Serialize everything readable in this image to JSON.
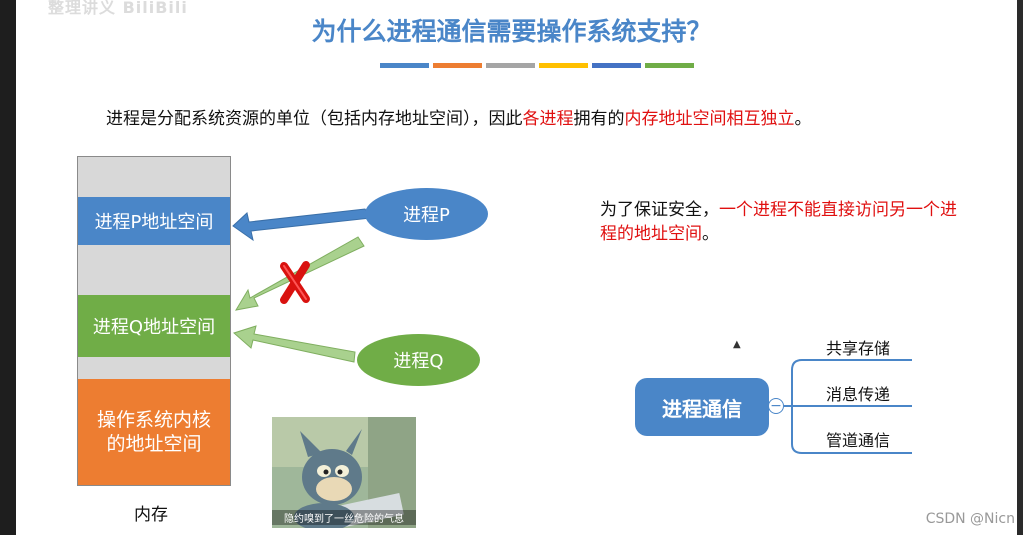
{
  "watermark": "整理讲义 BiliBili",
  "title": "为什么进程通信需要操作系统支持？",
  "title_bar_colors": [
    "#4a86c8",
    "#ed7d31",
    "#a5a5a5",
    "#ffc000",
    "#4472c4",
    "#70ad47"
  ],
  "statement": {
    "part1": "进程是分配系统资源的单位（包括内存地址空间），因此",
    "part2_red": "各进程",
    "part3": "拥有的",
    "part4_red": "内存地址空间相互独立",
    "part5": "。"
  },
  "memory": {
    "label": "内存",
    "blocks": {
      "p_space": "进程P地址空间",
      "q_space": "进程Q地址空间",
      "kernel_line1": "操作系统内核",
      "kernel_line2": "的地址空间"
    }
  },
  "processes": {
    "p": "进程P",
    "q": "进程Q"
  },
  "safety_note": {
    "normal": "为了保证安全，",
    "red": "一个进程不能直接访问另一个进程的地址空间",
    "end": "。"
  },
  "mindmap": {
    "center": "进程通信",
    "collapse_symbol": "−",
    "branches": [
      "共享存储",
      "消息传递",
      "管道通信"
    ]
  },
  "meme_caption": "隐约嗅到了一丝危险的气息",
  "csdn_watermark": "CSDN @Nicn",
  "colors": {
    "blue": "#4a86c8",
    "green": "#70ad47",
    "orange": "#ed7d31",
    "gray": "#d8d8d8",
    "red": "#e01010"
  }
}
